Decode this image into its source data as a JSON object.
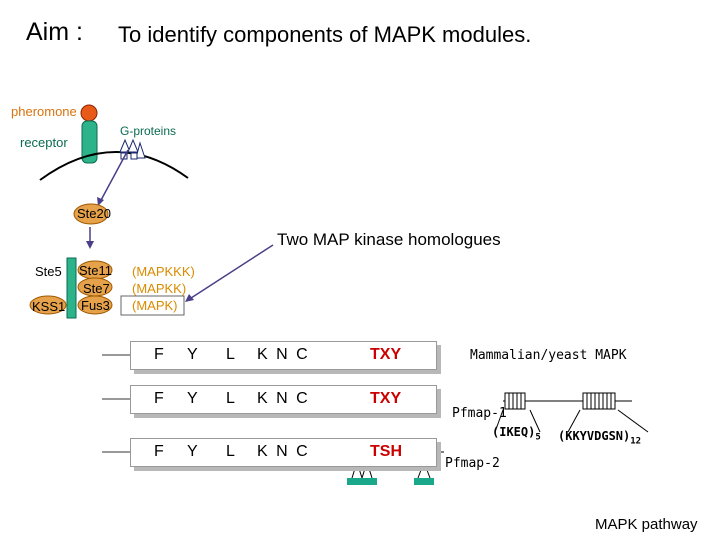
{
  "title": {
    "aim": "Aim :",
    "text": "To identify components of MAPK modules."
  },
  "pathway": {
    "pheromone": "pheromone",
    "g_proteins": "G-proteins",
    "receptor": "receptor",
    "ste20": "Ste20",
    "ste5": "Ste5",
    "kss1": "KSS1",
    "ste11": "Ste11",
    "ste7": "Ste7",
    "fus3": "Fus3",
    "mapkkk": "(MAPKKK)",
    "mapkk": "(MAPKK)",
    "mapk": "(MAPK)",
    "two_homologues": "Two MAP kinase homologues"
  },
  "domains": {
    "rows": [
      {
        "letters": [
          "F",
          "Y",
          "L",
          "K N C"
        ],
        "motif": "TXY"
      },
      {
        "letters": [
          "F",
          "Y",
          "L",
          "K N C"
        ],
        "motif": "TXY"
      },
      {
        "letters": [
          "F",
          "Y",
          "L",
          "K N C"
        ],
        "motif": "TSH"
      }
    ]
  },
  "annotations": {
    "mammalian": "Mammalian/yeast MAPK",
    "pfmap1": "Pfmap-1",
    "pfmap2": "Pfmap-2",
    "ikeq": "(IKEQ)",
    "ikeq_sub": "5",
    "kkyv": "(KKYVDGSN)",
    "kkyv_sub": "12"
  },
  "footer": {
    "label": "MAPK pathway"
  },
  "colors": {
    "orange": "#e6a14b",
    "green": "#2db38a",
    "red": "#cc0000",
    "teal": "#1aa88a"
  }
}
